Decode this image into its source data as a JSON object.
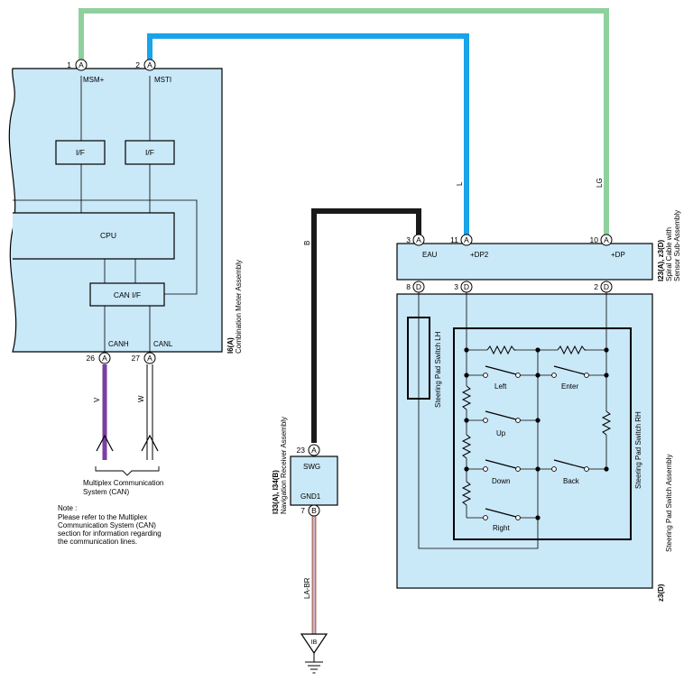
{
  "combination_meter": {
    "code": "I6(A)",
    "name": "Combination Meter Assembly",
    "pins": [
      {
        "num": "1",
        "conn": "A",
        "signal": "MSM+"
      },
      {
        "num": "2",
        "conn": "A",
        "signal": "MSTI"
      },
      {
        "num": "26",
        "conn": "A",
        "signal": "CANH"
      },
      {
        "num": "27",
        "conn": "A",
        "signal": "CANL"
      }
    ],
    "blocks": {
      "if1": "I/F",
      "if2": "I/F",
      "cpu": "CPU",
      "can_if": "CAN I/F"
    }
  },
  "spiral_cable": {
    "code": "I23(A), z3(D)",
    "name_line1": "Spiral Cable with",
    "name_line2": "Sensor Sub-Assembly",
    "top_pins": [
      {
        "num": "3",
        "conn": "A",
        "signal": "EAU"
      },
      {
        "num": "11",
        "conn": "A",
        "signal": "+DP2"
      },
      {
        "num": "10",
        "conn": "A",
        "signal": "+DP"
      }
    ],
    "bottom_pins": [
      {
        "num": "8",
        "conn": "D"
      },
      {
        "num": "3",
        "conn": "D"
      },
      {
        "num": "2",
        "conn": "D"
      }
    ]
  },
  "steering_pad": {
    "code": "z3(D)",
    "name": "Steering Pad Switch Assembly",
    "lh_label": "Steering Pad Switch LH",
    "rh_label": "Steering Pad Switch RH",
    "switches": [
      "Left",
      "Enter",
      "Up",
      "Down",
      "Back",
      "Right"
    ]
  },
  "navigation": {
    "code": "I33(A), I34(B)",
    "name": "Navigation Receiver Assembly",
    "pins": [
      {
        "num": "23",
        "conn": "A",
        "signal": "SWG"
      },
      {
        "num": "7",
        "conn": "B",
        "signal": "GND1"
      }
    ]
  },
  "wires": {
    "l": "L",
    "lg": "LG",
    "b": "B",
    "v": "V",
    "w": "W",
    "la_br": "LA-BR",
    "colors": {
      "LG": "#8fd19e",
      "L": "#1aa3e8",
      "B": "#1a1a1a",
      "V": "#7b3fa0",
      "W": "#ffffff",
      "LA-BR": "#b07a6e"
    }
  },
  "ground": {
    "label": "IB"
  },
  "multiplex": {
    "line1": "Multiplex Communication",
    "line2": "System (CAN)"
  },
  "note": {
    "title": "Note :",
    "lines": [
      "Please refer to the Multiplex",
      "Communication System (CAN)",
      "section for information regarding",
      "the communication lines."
    ]
  },
  "theme": {
    "fill": "#c9e8f8"
  }
}
